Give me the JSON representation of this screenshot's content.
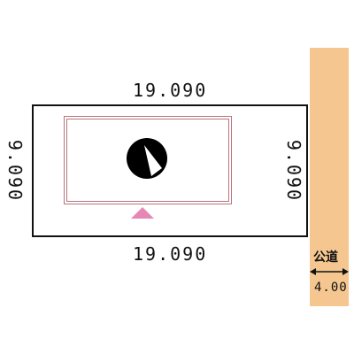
{
  "lot": {
    "top_width": "19.090",
    "bottom_width": "19.090",
    "left_depth": "9.090",
    "right_depth": "9.090"
  },
  "road": {
    "name": "公道",
    "width": "4.00"
  },
  "icons": {
    "compass": "north-arrow-icon",
    "entrance": "entrance-triangle-icon",
    "road_width": "double-arrow-icon"
  },
  "colors": {
    "road": "#f5c690",
    "building_outline": "#b8737d",
    "entrance_marker": "#e588b5",
    "lot_line": "#111111"
  }
}
